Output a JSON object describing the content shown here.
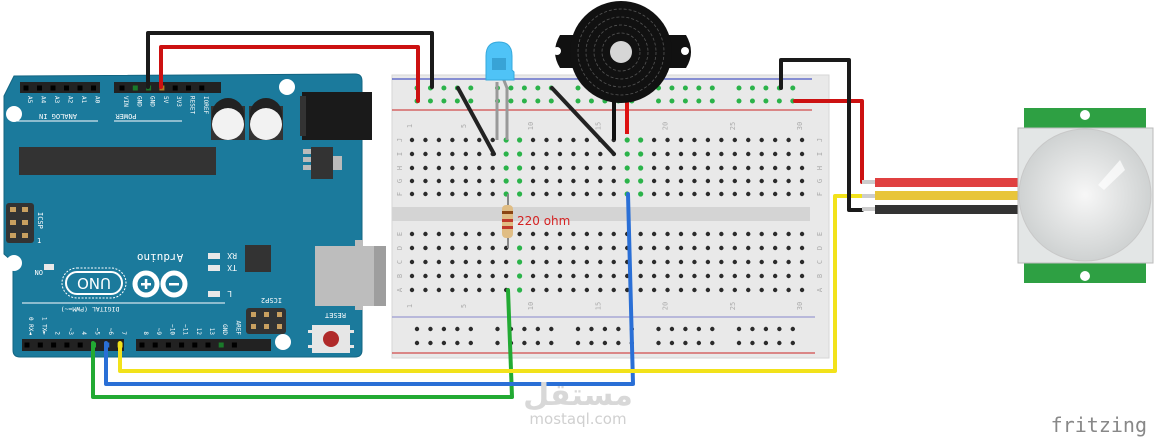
{
  "diagram": {
    "title": "Arduino PIR motion sensor with LED and buzzer",
    "components": {
      "arduino": {
        "board_name": "UNO",
        "brand": "Arduino",
        "header_analog_label": "ANALOG IN",
        "analog_pins": [
          "A5",
          "A4",
          "A3",
          "A2",
          "A1",
          "A0"
        ],
        "header_power_label": "POWER",
        "power_pins": [
          "VIN",
          "GND",
          "GND",
          "5V",
          "3V3",
          "RESET",
          "IOREF"
        ],
        "header_digital_label": "DIGITAL (PWM=~)",
        "digital_pins": [
          "0 RX◄",
          "1 TX►",
          "2",
          "~3",
          "4",
          "~5",
          "~6",
          "7",
          "8",
          "~9",
          "~10",
          "~11",
          "12",
          "13",
          "GND",
          "AREF"
        ],
        "led_labels": {
          "on": "ON",
          "rx": "RX",
          "tx": "TX",
          "l": "L"
        },
        "icsp_label": "ICSP",
        "icsp2_label": "ICSP2",
        "icsp_pin1": "1",
        "reset_label": "RESET"
      },
      "breadboard": {
        "column_numbers": [
          "1",
          "5",
          "10",
          "15",
          "20",
          "25",
          "30"
        ],
        "row_letters_top": [
          "J",
          "I",
          "H",
          "G",
          "F"
        ],
        "row_letters_bottom": [
          "E",
          "D",
          "C",
          "B",
          "A"
        ]
      },
      "resistor": {
        "label": "220 ohm"
      },
      "led": {
        "color": "#4fc3f7"
      },
      "buzzer": {
        "color": "#111111"
      },
      "pir_sensor": {
        "board_color": "#2ea043"
      }
    },
    "wires": [
      {
        "from": "Arduino GND",
        "to": "Breadboard top rail (-)",
        "color": "#1a1a1a"
      },
      {
        "from": "Arduino 5V",
        "to": "Breadboard top rail (+)",
        "color": "#cc1111"
      },
      {
        "from": "Arduino pin 5",
        "to": "LED via 220 ohm resistor",
        "color": "#22aa33"
      },
      {
        "from": "Arduino pin 6",
        "to": "Buzzer",
        "color": "#2a6fd6"
      },
      {
        "from": "Arduino pin 7",
        "to": "PIR OUT",
        "color": "#f2e21a"
      },
      {
        "from": "Breadboard + rail",
        "to": "PIR VCC",
        "color": "#cc1111"
      },
      {
        "from": "Breadboard - rail",
        "to": "PIR GND",
        "color": "#1a1a1a"
      }
    ],
    "watermarks": {
      "arabic": "مستقل",
      "site": "mostaql.com",
      "tool": "fritzing"
    }
  }
}
